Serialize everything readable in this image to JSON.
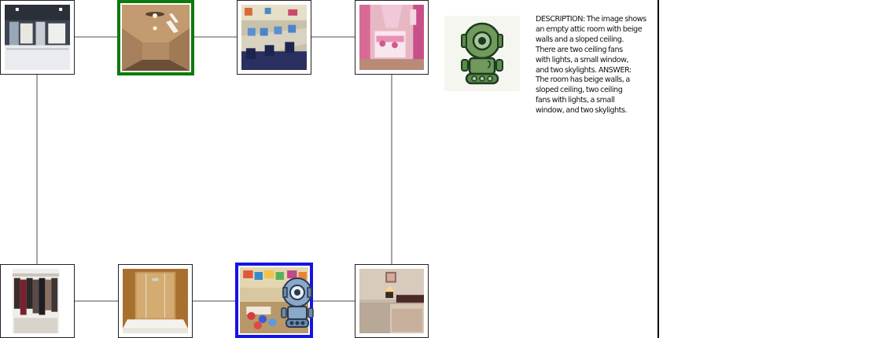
{
  "navigation_graph": {
    "nodes": [
      {
        "id": "n1",
        "scene": "kitchen",
        "highlight": "none"
      },
      {
        "id": "n2",
        "scene": "attic-room",
        "highlight": "green"
      },
      {
        "id": "n3",
        "scene": "computer-lab",
        "highlight": "none"
      },
      {
        "id": "n4",
        "scene": "pink-bedroom",
        "highlight": "none"
      },
      {
        "id": "n5",
        "scene": "closet",
        "highlight": "none"
      },
      {
        "id": "n6",
        "scene": "shower",
        "highlight": "none"
      },
      {
        "id": "n7",
        "scene": "classroom",
        "highlight": "blue"
      },
      {
        "id": "n8",
        "scene": "hotel-bedroom",
        "highlight": "none"
      }
    ],
    "edges": [
      [
        "n1",
        "n2"
      ],
      [
        "n2",
        "n3"
      ],
      [
        "n3",
        "n4"
      ],
      [
        "n1",
        "n5"
      ],
      [
        "n4",
        "n8"
      ],
      [
        "n5",
        "n6"
      ],
      [
        "n6",
        "n7"
      ],
      [
        "n7",
        "n8"
      ]
    ],
    "agent_icon": "robot-agent-icon",
    "agent_node": "n7"
  },
  "panel": {
    "bot_icon": "green-robot-icon",
    "answer_text": "DESCRIPTION: The image shows\nan empty attic room with beige\nwalls and a sloped ceiling.\nThere are two ceiling fans\nwith lights, a small window,\nand two skylights.  ANSWER:\nThe room has beige walls, a\nsloped ceiling, two ceiling\nfans with lights, a small\nwindow, and two skylights."
  },
  "colors": {
    "current_highlight": "#0c7a0c",
    "agent_highlight": "#1414e6",
    "edge": "#8a8a8a",
    "robot_green": "#6f9a5c"
  }
}
